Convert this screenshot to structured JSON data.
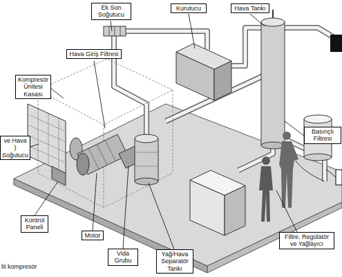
{
  "diagram": {
    "caption": "lit kompresör",
    "nodes": [
      {
        "text": [
          "Ek Son Soğutucu"
        ]
      },
      {
        "text": [
          "Kurutucu"
        ]
      },
      {
        "text": [
          "Hava Tankı"
        ]
      },
      {
        "text": [
          "Hava Giriş Filtresi"
        ]
      },
      {
        "text": [
          "Kompresör Ünitesi Kasası"
        ]
      },
      {
        "text": [
          "Basınçlı Filtresi"
        ]
      },
      {
        "text": [
          "ve Hava ) Soğutucu"
        ]
      },
      {
        "text": [
          "Kontrol Paneli"
        ]
      },
      {
        "text": [
          "Motor"
        ]
      },
      {
        "text": [
          "Vida Grubu"
        ]
      },
      {
        "text": [
          "Yağ/Hava Separatör Tankı"
        ]
      },
      {
        "text": [
          "Filtre, Regülatör ve Yağlayıcı"
        ]
      }
    ]
  }
}
